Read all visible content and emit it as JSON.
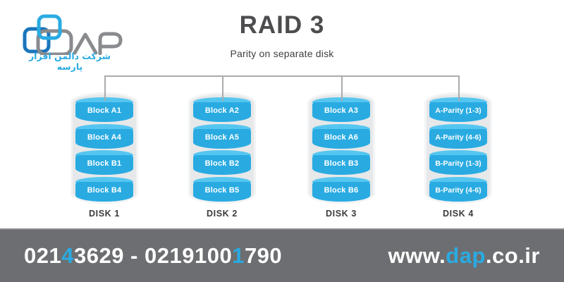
{
  "brand": {
    "name": "DAP",
    "caption": "شرکت دالمن افزار پارسه"
  },
  "header": {
    "title": "RAID 3",
    "subtitle": "Parity on separate disk"
  },
  "disks": [
    {
      "label": "DISK 1",
      "blocks": [
        "Block A1",
        "Block A4",
        "Block B1",
        "Block B4"
      ]
    },
    {
      "label": "DISK 2",
      "blocks": [
        "Block A2",
        "Block A5",
        "Block B2",
        "Block B5"
      ]
    },
    {
      "label": "DISK 3",
      "blocks": [
        "Block A3",
        "Block A6",
        "Block B3",
        "Block B6"
      ]
    },
    {
      "label": "DISK 4",
      "blocks": [
        "A-Parity (1-3)",
        "A-Parity (4-6)",
        "B-Parity (1-3)",
        "B-Parity (4-6)"
      ]
    }
  ],
  "footer": {
    "phone_segments": [
      {
        "text": "021"
      },
      {
        "text": "4"
      },
      {
        "text": "3629 - 0219100"
      },
      {
        "text": "1"
      },
      {
        "text": "790"
      }
    ],
    "website_segments": [
      {
        "text": "www."
      },
      {
        "text": "dap"
      },
      {
        "text": ".co.ir"
      }
    ]
  },
  "colors": {
    "accent_blue": "#29abe2",
    "dark_blue": "#1b75bb",
    "cap_blue": "#55c6f0",
    "logo_gray": "#898b8e",
    "title_gray": "#4d4d4f",
    "casing_gray": "#e7e8e9",
    "footer_gray": "#6d6e71",
    "line_gray": "#a9abad"
  }
}
